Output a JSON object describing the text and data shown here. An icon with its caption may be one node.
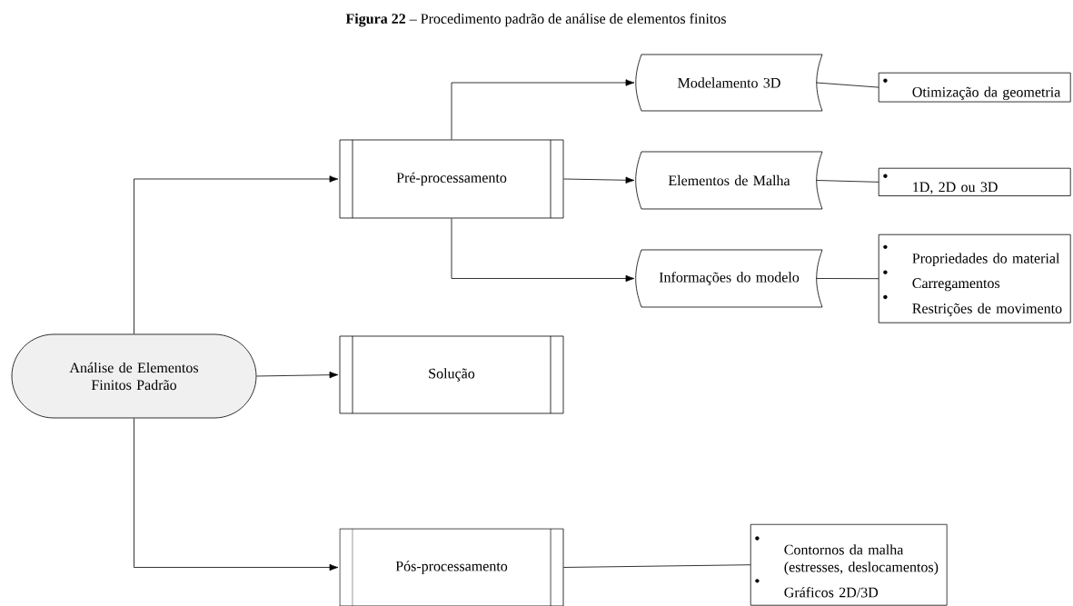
{
  "diagram": {
    "title": "**Figura 22** – Procedimento padrão de análise de elementos finitos",
    "nodes": [
      {
        "text": [
          "Análise de Elementos Finitos Padrão"
        ]
      },
      {
        "text": [
          "Pré-processamento"
        ]
      },
      {
        "text": [
          "Solução"
        ]
      },
      {
        "text": [
          "Pós-processamento"
        ]
      },
      {
        "text": [
          "Modelamento 3D"
        ]
      },
      {
        "text": [
          "Elementos de Malha"
        ]
      },
      {
        "text": [
          "Informações do modelo"
        ]
      },
      {
        "text": [
          "Otimização da geometria"
        ]
      },
      {
        "text": [
          "1D, 2D ou 3D"
        ]
      },
      {
        "text": [
          "Propriedades do material",
          "Carregamentos",
          "Restrições de movimento"
        ]
      },
      {
        "text": [
          "Contornos da malha (estresses, deslocamentos)",
          "Gráficos 2D/3D"
        ]
      }
    ],
    "edges": [
      {
        "from": 0,
        "to": 1,
        "arrow": "to"
      },
      {
        "from": 0,
        "to": 2,
        "arrow": "to"
      },
      {
        "from": 0,
        "to": 3,
        "arrow": "to"
      },
      {
        "from": 1,
        "to": 4,
        "arrow": "to"
      },
      {
        "from": 1,
        "to": 5,
        "arrow": "to"
      },
      {
        "from": 1,
        "to": 6,
        "arrow": "to"
      },
      {
        "from": 4,
        "to": 7,
        "arrow": "none"
      },
      {
        "from": 5,
        "to": 8,
        "arrow": "none"
      },
      {
        "from": 6,
        "to": 9,
        "arrow": "none"
      },
      {
        "from": 3,
        "to": 10,
        "arrow": "none"
      }
    ]
  }
}
